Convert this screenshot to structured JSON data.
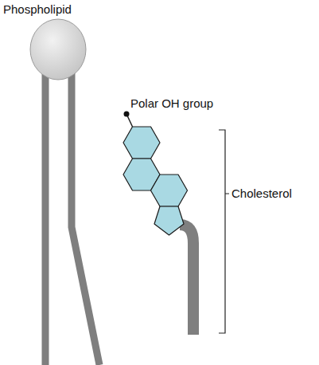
{
  "diagram": {
    "labels": [
      "Phospholipid",
      "Polar OH group",
      "Cholesterol"
    ]
  }
}
